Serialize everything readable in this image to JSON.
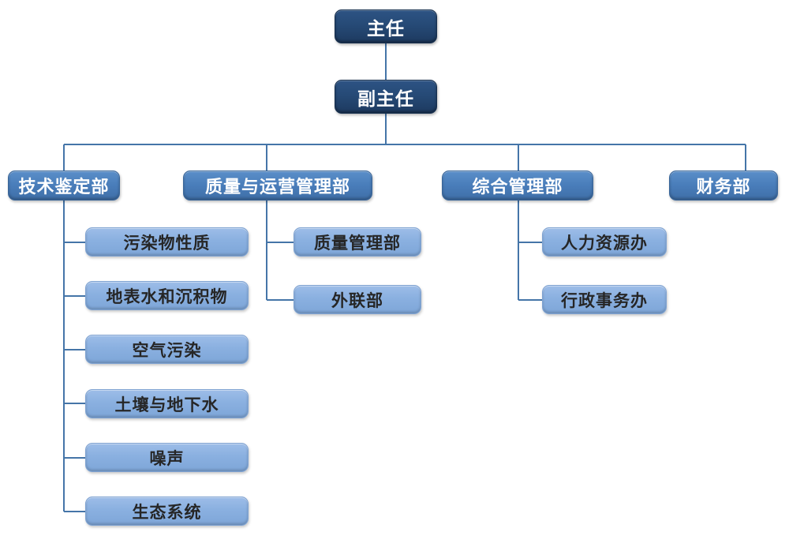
{
  "chart_meta": {
    "kind": "organization-chart",
    "orientation": "top-down",
    "levels": 3,
    "colors": {
      "navy_fill": "#23456F",
      "mid_blue_fill": "#4A7EBB",
      "light_blue_fill": "#8AB0E0",
      "connector_line": "#4575A8",
      "navy_text": "#FFFFFF",
      "mid_text": "#FFFFFF",
      "light_text": "#262626",
      "background": "#FFFFFF"
    }
  },
  "nodes": {
    "director": {
      "label": "主任",
      "level": 1,
      "style": "navy"
    },
    "deputy_director": {
      "label": "副主任",
      "level": 2,
      "style": "navy"
    },
    "level3": [
      {
        "id": "tech_appraisal",
        "label": "技术鉴定部",
        "style": "mid"
      },
      {
        "id": "quality_operations",
        "label": "质量与运营管理部",
        "style": "mid"
      },
      {
        "id": "general_admin",
        "label": "综合管理部",
        "style": "mid"
      },
      {
        "id": "finance",
        "label": "财务部",
        "style": "mid"
      }
    ],
    "level4": {
      "tech_appraisal": [
        {
          "id": "pollutant_properties",
          "label": "污染物性质",
          "style": "light"
        },
        {
          "id": "surface_water_sediment",
          "label": "地表水和沉积物",
          "style": "light"
        },
        {
          "id": "air_pollution",
          "label": "空气污染",
          "style": "light"
        },
        {
          "id": "soil_groundwater",
          "label": "土壤与地下水",
          "style": "light"
        },
        {
          "id": "noise",
          "label": "噪声",
          "style": "light"
        },
        {
          "id": "ecosystem",
          "label": "生态系统",
          "style": "light"
        }
      ],
      "quality_operations": [
        {
          "id": "quality_management",
          "label": "质量管理部",
          "style": "light"
        },
        {
          "id": "external_liaison",
          "label": "外联部",
          "style": "light"
        }
      ],
      "general_admin": [
        {
          "id": "human_resources",
          "label": "人力资源办",
          "style": "light"
        },
        {
          "id": "administrative_affairs",
          "label": "行政事务办",
          "style": "light"
        }
      ],
      "finance": []
    }
  }
}
